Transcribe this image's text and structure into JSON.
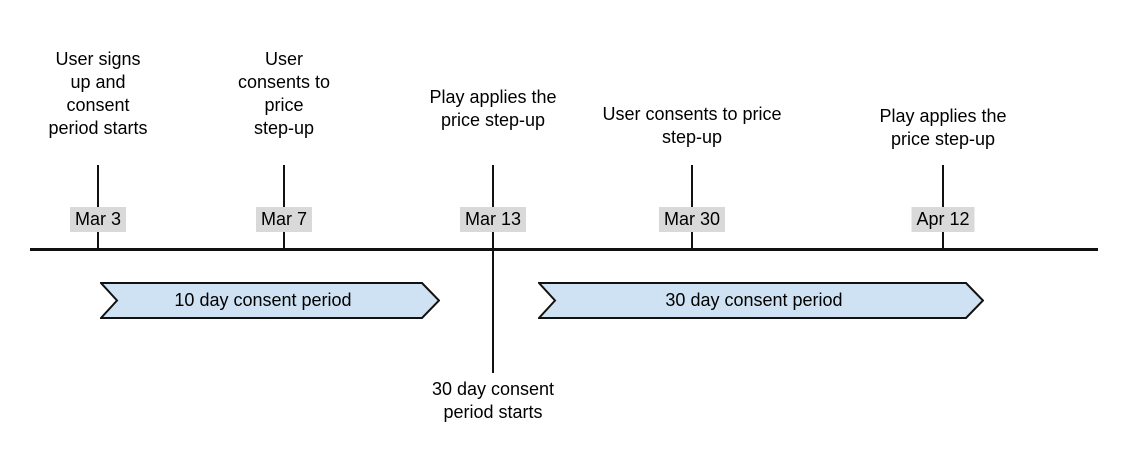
{
  "diagram": {
    "events": [
      {
        "date": "Mar 3",
        "label": "User signs\nup and\nconsent\nperiod starts"
      },
      {
        "date": "Mar 7",
        "label": "User\nconsents to\nprice\nstep-up"
      },
      {
        "date": "Mar 13",
        "label": "Play applies the\nprice step-up",
        "below_note": "30 day consent\nperiod starts"
      },
      {
        "date": "Mar 30",
        "label": "User consents to price\nstep-up"
      },
      {
        "date": "Apr 12",
        "label": "Play applies the\nprice step-up"
      }
    ],
    "periods": [
      {
        "label": "10 day consent period"
      },
      {
        "label": "30 day consent period"
      }
    ]
  },
  "colors": {
    "background": "#ffffff",
    "banner_fill": "#cfe2f3",
    "banner_border": "#111111",
    "date_highlight": "#d9d9d9",
    "line": "#111111",
    "text": "#000000"
  }
}
